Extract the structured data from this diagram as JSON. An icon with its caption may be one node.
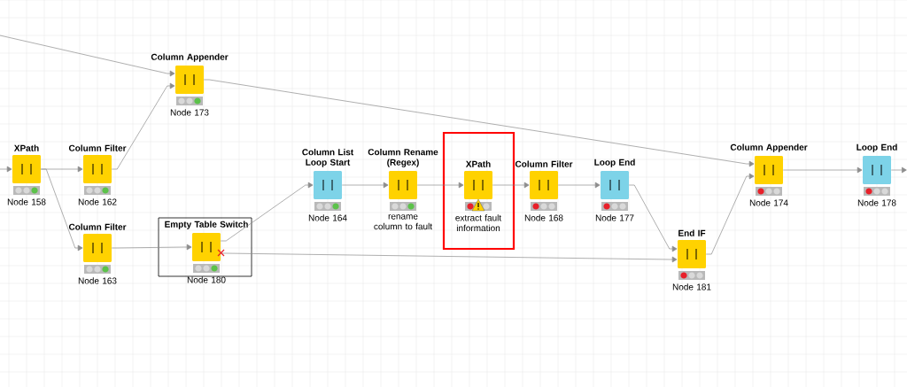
{
  "diagram": {
    "nodes": [
      {
        "text": [
          "XPath",
          "Node 158"
        ]
      },
      {
        "text": [
          "Column Filter",
          "Node 162"
        ]
      },
      {
        "text": [
          "Column Filter",
          "Node 163"
        ]
      },
      {
        "text": [
          "Column Appender",
          "Node 173"
        ]
      },
      {
        "text": [
          "Empty Table Switch",
          "Node 180"
        ]
      },
      {
        "text": [
          "Column List Loop Start",
          "Node 164"
        ]
      },
      {
        "text": [
          "Column Rename (Regex)",
          "rename column to fault"
        ]
      },
      {
        "text": [
          "XPath",
          "extract fault information"
        ]
      },
      {
        "text": [
          "Column Filter",
          "Node 168"
        ]
      },
      {
        "text": [
          "Loop End",
          "Node 177"
        ]
      },
      {
        "text": [
          "End IF",
          "Node 181"
        ]
      },
      {
        "text": [
          "Column Appender",
          "Node 174"
        ]
      },
      {
        "text": [
          "Loop End",
          "Node 178"
        ]
      }
    ],
    "edges": [
      {
        "from": null,
        "to": 0,
        "arrow": "to"
      },
      {
        "from": null,
        "to": 3,
        "arrow": "to"
      },
      {
        "from": 0,
        "to": 1,
        "arrow": "to"
      },
      {
        "from": 0,
        "to": 2,
        "arrow": "to"
      },
      {
        "from": 1,
        "to": 3,
        "arrow": "to"
      },
      {
        "from": 2,
        "to": 4,
        "arrow": "to"
      },
      {
        "from": 4,
        "to": 5,
        "arrow": "to"
      },
      {
        "from": 4,
        "to": 10,
        "arrow": "to"
      },
      {
        "from": 5,
        "to": 6,
        "arrow": "to"
      },
      {
        "from": 6,
        "to": 7,
        "arrow": "to"
      },
      {
        "from": 7,
        "to": 8,
        "arrow": "to"
      },
      {
        "from": 8,
        "to": 9,
        "arrow": "to"
      },
      {
        "from": 9,
        "to": 10,
        "arrow": "to"
      },
      {
        "from": 3,
        "to": 11,
        "arrow": "to"
      },
      {
        "from": 10,
        "to": 11,
        "arrow": "to"
      },
      {
        "from": 11,
        "to": 12,
        "arrow": "to"
      },
      {
        "from": 12,
        "to": null,
        "arrow": "to"
      }
    ]
  }
}
